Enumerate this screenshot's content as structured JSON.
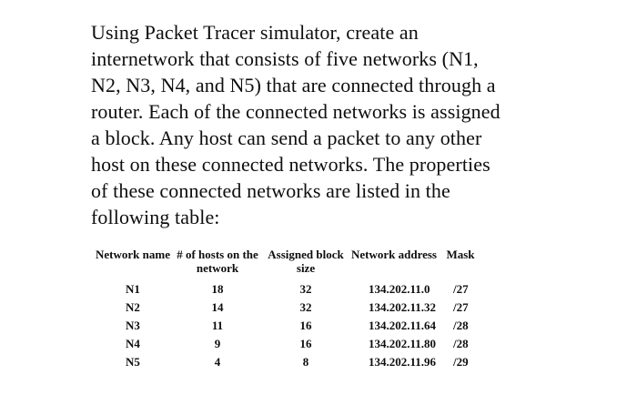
{
  "page": {
    "background_color": "#ffffff",
    "text_color": "#0e0e0e"
  },
  "question": {
    "lines": [
      "Using Packet Tracer simulator, create an",
      "internetwork that consists of five networks (N1,",
      "N2, N3, N4, and N5) that are connected through a",
      "router. Each of the connected networks is assigned",
      "a block. Any host can send a packet to any other",
      "host on these connected networks. The properties",
      "of these connected networks are listed in the",
      "following table:"
    ]
  },
  "table": {
    "headers": [
      {
        "line1": "Network name"
      },
      {
        "line1": "# of hosts on the",
        "line2": "network"
      },
      {
        "line1": "Assigned block",
        "line2": "size"
      },
      {
        "line1": "Network address"
      },
      {
        "line1": "Mask"
      }
    ],
    "rows": [
      {
        "name": "N1",
        "hosts": "18",
        "block_size": "32",
        "address": "134.202.11.0",
        "mask": "/27"
      },
      {
        "name": "N2",
        "hosts": "14",
        "block_size": "32",
        "address": "134.202.11.32",
        "mask": "/27"
      },
      {
        "name": "N3",
        "hosts": "11",
        "block_size": "16",
        "address": "134.202.11.64",
        "mask": "/28"
      },
      {
        "name": "N4",
        "hosts": "9",
        "block_size": "16",
        "address": "134.202.11.80",
        "mask": "/28"
      },
      {
        "name": "N5",
        "hosts": "4",
        "block_size": "8",
        "address": "134.202.11.96",
        "mask": "/29"
      }
    ]
  }
}
